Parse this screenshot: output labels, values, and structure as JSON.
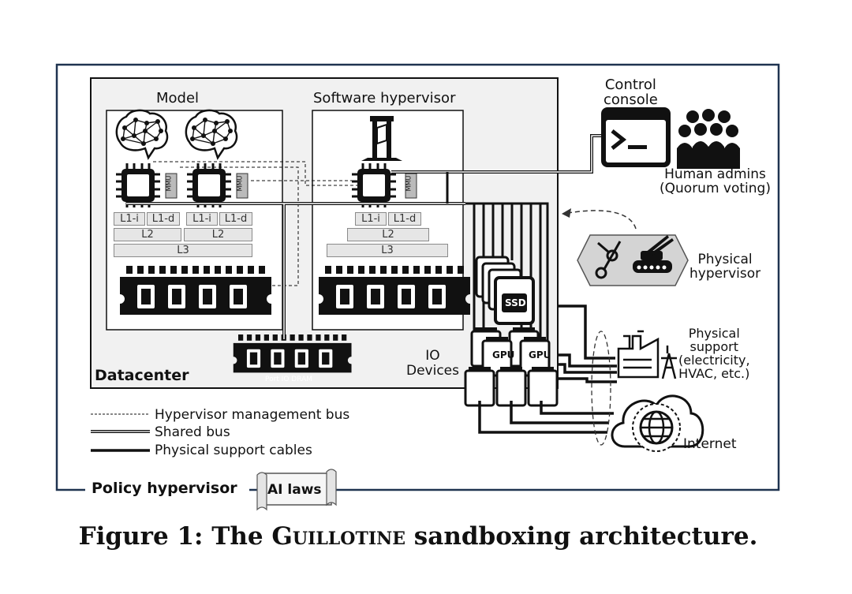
{
  "labels": {
    "model": "Model",
    "software_hypervisor": "Software hypervisor",
    "datacenter": "Datacenter",
    "io_devices": "IO\nDevices",
    "control_console": "Control\nconsole",
    "human_admins": "Human admins\n(Quorum voting)",
    "physical_hypervisor": "Physical\nhypervisor",
    "physical_support": "Physical\nsupport\n(electricity,\nHVAC, etc.)",
    "internet": "Internet",
    "policy_hypervisor": "Policy hypervisor",
    "ai_laws": "AI laws",
    "mmu": "MMU",
    "l1i": "L1-i",
    "l1d": "L1-d",
    "l2": "L2",
    "l3": "L3",
    "dram": "DRAM",
    "port_io_dram": "Port IO DRAM",
    "ssd": "SSD",
    "gpu": "GPU"
  },
  "legend": {
    "management_bus": "Hypervisor management bus",
    "shared_bus": "Shared bus",
    "support_cables": "Physical support cables"
  },
  "caption": {
    "prefix": "Figure 1: The ",
    "name": "Guillotine",
    "suffix": " sandboxing architecture."
  },
  "icons": [
    "brain-network-icon",
    "cpu-chip-icon",
    "guillotine-icon",
    "terminal-icon",
    "people-group-icon",
    "scissors-icon",
    "tank-icon",
    "factory-icon",
    "power-tower-icon",
    "globe-icon",
    "cloud-icon",
    "scroll-icon"
  ]
}
